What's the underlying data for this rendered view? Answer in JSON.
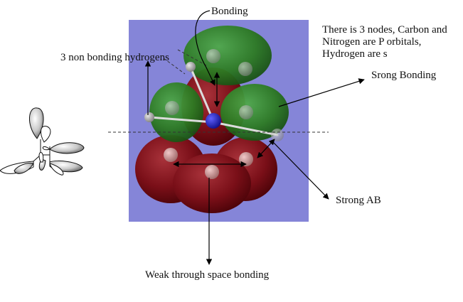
{
  "labels": {
    "bonding": "Bonding",
    "non_bonding_h": "3 non bonding hydrogens",
    "nodes_note": [
      "There is 3 nodes, Carbon and",
      "Nitrogen are P orbitals,",
      "Hydrogen are s"
    ],
    "strong_bonding": "Srong Bonding",
    "strong_ab": "Strong AB",
    "weak_bonding": "Weak through space bonding"
  },
  "colors": {
    "panel": "#8585d8",
    "bonding_lobe": "#2c7a22",
    "antibonding_lobe": "#7a0f18",
    "nitrogen": "#1a1aa8",
    "hydrogen": "#f2f2f2",
    "arrow": "#000000"
  }
}
